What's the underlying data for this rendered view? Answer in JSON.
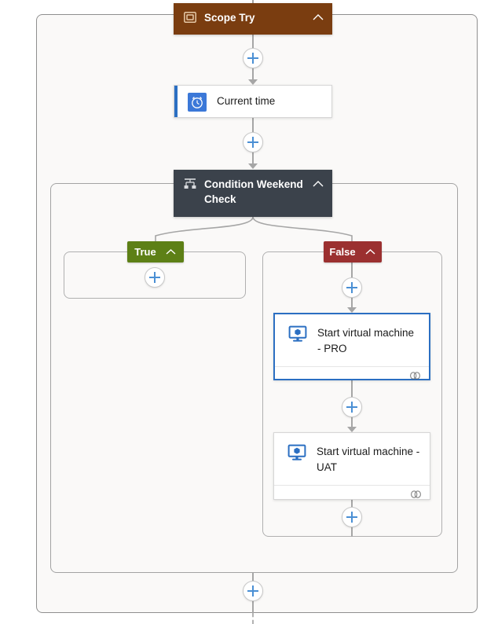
{
  "workflow": {
    "scope": {
      "title": "Scope Try",
      "icon": "scope-icon",
      "collapse_icon": "chevron-up-icon",
      "color": "#7a3d10"
    },
    "steps": [
      {
        "id": "current-time",
        "title": "Current time",
        "icon": "clock-icon",
        "accent_color": "#2b6fc2",
        "selected": false
      }
    ],
    "condition": {
      "title": "Condition Weekend Check",
      "icon": "condition-icon",
      "collapse_icon": "chevron-up-icon",
      "color": "#3b424b",
      "branches": [
        {
          "id": "true",
          "label": "True",
          "color": "#5d8016",
          "collapse_icon": "chevron-up-icon",
          "actions": []
        },
        {
          "id": "false",
          "label": "False",
          "color": "#9b3030",
          "collapse_icon": "chevron-up-icon",
          "actions": [
            {
              "id": "start-vm-pro",
              "title": "Start virtual machine - PRO",
              "icon": "virtual-machine-icon",
              "footer_icon": "link-icon",
              "selected": true
            },
            {
              "id": "start-vm-uat",
              "title": "Start virtual machine - UAT",
              "icon": "virtual-machine-icon",
              "footer_icon": "link-icon",
              "selected": false
            }
          ]
        }
      ]
    },
    "add_buttons": [
      {
        "id": "add-after-scope-header",
        "label": "+"
      },
      {
        "id": "add-after-current-time",
        "label": "+"
      },
      {
        "id": "add-in-true-branch",
        "label": "+"
      },
      {
        "id": "add-before-vm-pro",
        "label": "+"
      },
      {
        "id": "add-between-vms",
        "label": "+"
      },
      {
        "id": "add-after-vm-uat",
        "label": "+"
      },
      {
        "id": "add-after-condition",
        "label": "+"
      }
    ]
  }
}
